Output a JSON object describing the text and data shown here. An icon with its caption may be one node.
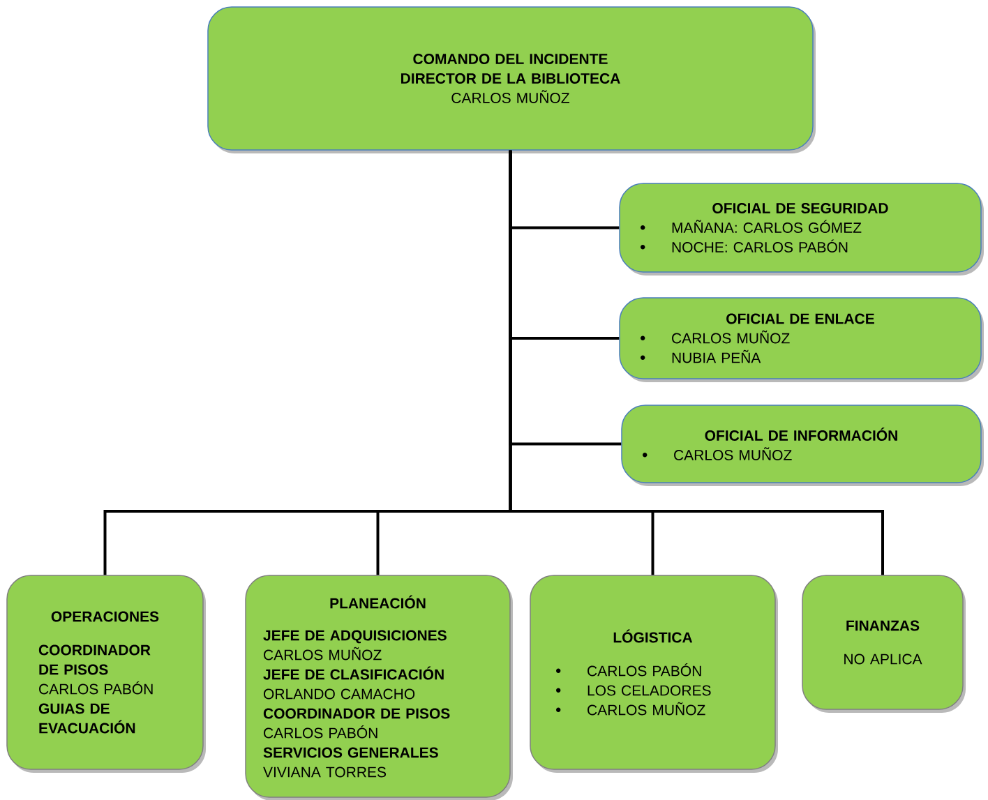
{
  "diagram": {
    "nodes": [
      {
        "text": [
          "COMANDO DEL INCIDENTE",
          "DIRECTOR DE LA BIBLIOTECA",
          "CARLOS MUÑOZ"
        ]
      },
      {
        "text": [
          "OFICIAL DE SEGURIDAD",
          "MAÑANA: CARLOS GÓMEZ",
          "NOCHE: CARLOS PABÓN"
        ]
      },
      {
        "text": [
          "OFICIAL DE ENLACE",
          "CARLOS MUÑOZ",
          "NUBIA PEÑA"
        ]
      },
      {
        "text": [
          "OFICIAL DE INFORMACIÓN",
          "CARLOS MUÑOZ"
        ]
      },
      {
        "text": [
          "OPERACIONES",
          "COORDINADOR DE PISOS",
          "CARLOS PABÓN",
          "GUIAS DE EVACUACIÓN"
        ]
      },
      {
        "text": [
          "PLANEACIÓN",
          "JEFE DE ADQUISICIONES",
          "CARLOS MUÑOZ",
          "JEFE DE CLASIFICACIÓN",
          "ORLANDO CAMACHO",
          "COORDINADOR DE PISOS",
          "CARLOS PABÓN",
          "SERVICIOS GENERALES",
          "VIVIANA TORRES"
        ]
      },
      {
        "text": [
          "LÓGISTICA",
          "CARLOS PABÓN",
          "LOS CELADORES",
          "CARLOS MUÑOZ"
        ]
      },
      {
        "text": [
          "FINANZAS",
          "NO APLICA"
        ]
      }
    ],
    "edges": [
      {
        "from": 0,
        "to": 1,
        "arrow": "none"
      },
      {
        "from": 0,
        "to": 2,
        "arrow": "none"
      },
      {
        "from": 0,
        "to": 3,
        "arrow": "none"
      },
      {
        "from": 0,
        "to": 4,
        "arrow": "none"
      },
      {
        "from": 0,
        "to": 5,
        "arrow": "none"
      },
      {
        "from": 0,
        "to": 6,
        "arrow": "none"
      },
      {
        "from": 0,
        "to": 7,
        "arrow": "none"
      }
    ]
  }
}
